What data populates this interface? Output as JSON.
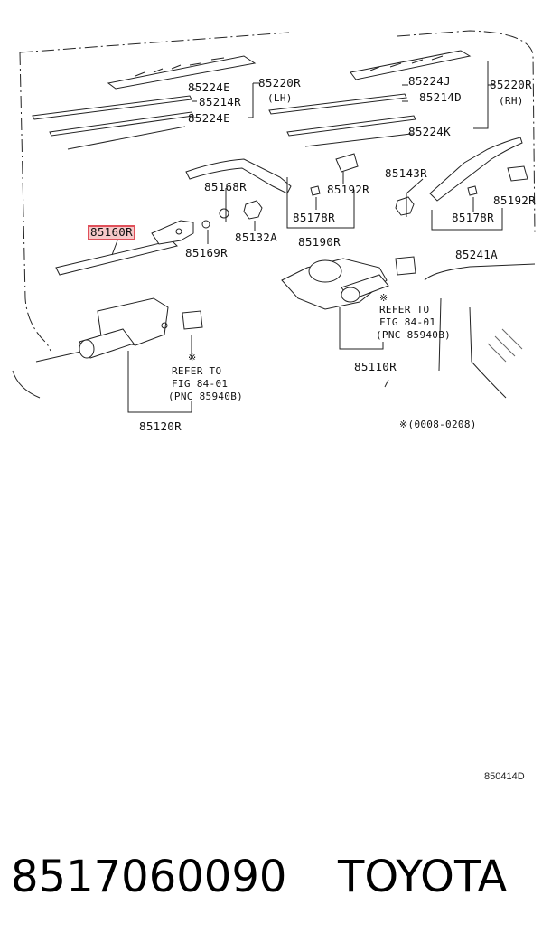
{
  "labels": {
    "l_85220R_lh": "85220R",
    "l_lh": "(LH)",
    "l_85224E_a": "85224E",
    "l_85214R": "85214R",
    "l_85224E_b": "85224E",
    "l_85224J": "85224J",
    "l_85220R_rh": "85220R",
    "l_85214D": "85214D",
    "l_rh": "(RH)",
    "l_85224K": "85224K",
    "l_85168R": "85168R",
    "l_85192R_a": "85192R",
    "l_85143R": "85143R",
    "l_85192R_b": "85192R",
    "l_85160R": "85160R",
    "l_85132A": "85132A",
    "l_85178R_a": "85178R",
    "l_85178R_b": "85178R",
    "l_85169R": "85169R",
    "l_85190R": "85190R",
    "l_85241A": "85241A",
    "l_refer1": "REFER TO",
    "l_fig1": "FIG 84-01",
    "l_pnc1": "(PNC 85940B)",
    "l_85110R": "85110R",
    "l_refer2": "REFER TO",
    "l_fig2": "FIG 84-01",
    "l_pnc2": "(PNC 85940B)",
    "l_85120R": "85120R",
    "l_date": "※(0008-0208)"
  },
  "asterisk": "※",
  "illustration_code": "850414D",
  "part_number": "8517060090",
  "brand": "TOYOTA",
  "highlight_color": "#e0505a"
}
